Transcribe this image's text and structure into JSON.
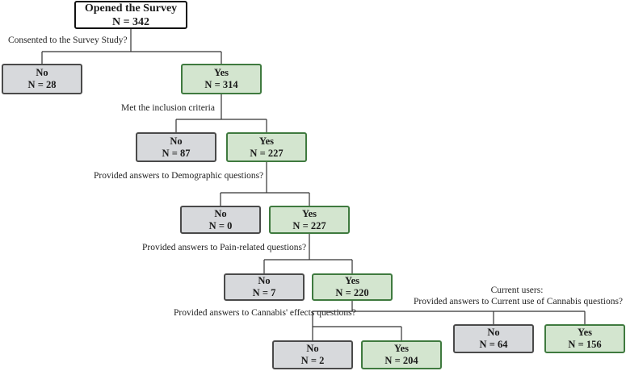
{
  "root": {
    "title": "Opened the Survey",
    "n": "N = 342"
  },
  "questions": {
    "consent": "Consented to the Survey Study?",
    "inclusion": "Met the inclusion criteria",
    "demographic": "Provided answers to Demographic questions?",
    "pain": "Provided answers to Pain-related questions?",
    "effects": "Provided answers to Cannabis' effects questions?",
    "current_line1": "Current users:",
    "current_line2": "Provided answers to Current use of Cannabis questions?"
  },
  "nodes": {
    "consent_no": {
      "label": "No",
      "n": "N = 28"
    },
    "consent_yes": {
      "label": "Yes",
      "n": "N = 314"
    },
    "inclusion_no": {
      "label": "No",
      "n": "N = 87"
    },
    "inclusion_yes": {
      "label": "Yes",
      "n": "N = 227"
    },
    "demographic_no": {
      "label": "No",
      "n": "N = 0"
    },
    "demographic_yes": {
      "label": "Yes",
      "n": "N = 227"
    },
    "pain_no": {
      "label": "No",
      "n": "N = 7"
    },
    "pain_yes": {
      "label": "Yes",
      "n": "N = 220"
    },
    "effects_no": {
      "label": "No",
      "n": "N = 2"
    },
    "effects_yes": {
      "label": "Yes",
      "n": "N = 204"
    },
    "current_no": {
      "label": "No",
      "n": "N = 64"
    },
    "current_yes": {
      "label": "Yes",
      "n": "N = 156"
    }
  },
  "colors": {
    "no_fill": "#d7d9dc",
    "yes_fill": "#d3e5cf",
    "yes_border": "#3f7a3f",
    "connector": "#333333"
  }
}
